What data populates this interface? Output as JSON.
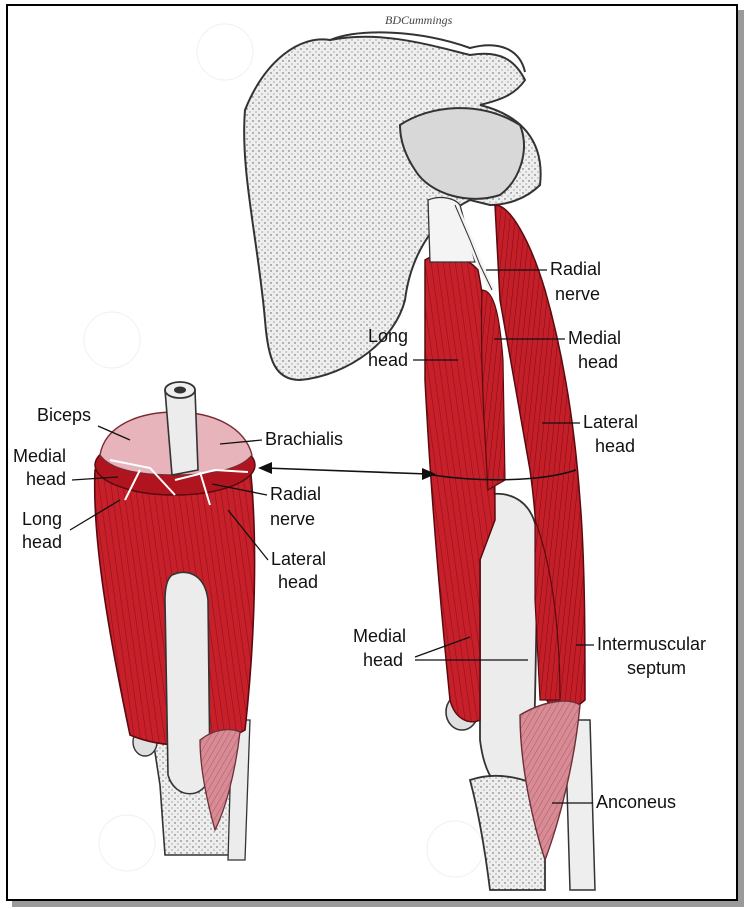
{
  "signature": "BDCummings",
  "labels": {
    "biceps": "Biceps",
    "brachialis": "Brachialis",
    "medial_head_left": [
      "Medial",
      "head"
    ],
    "long_head_left": [
      "Long",
      "head"
    ],
    "radial_nerve_left": [
      "Radial",
      "nerve"
    ],
    "lateral_head_left": [
      "Lateral",
      "head"
    ],
    "radial_nerve_right": [
      "Radial",
      "nerve"
    ],
    "long_head_right": [
      "Long",
      "head"
    ],
    "medial_head_right_top": [
      "Medial",
      "head"
    ],
    "lateral_head_right": [
      "Lateral",
      "head"
    ],
    "medial_head_right_bottom": [
      "Medial",
      "head"
    ],
    "intermuscular_septum": [
      "Intermuscular",
      "septum"
    ],
    "anconeus": "Anconeus"
  },
  "colors": {
    "muscle": "#c8202a",
    "muscle_dark": "#8f1018",
    "bone": "#e8e8e8",
    "tendon": "#f4f4f4",
    "biceps_section": "#e8b4bc",
    "anconeus": "#d98b95",
    "frame_border": "#000000",
    "shadow": "#9a9a9a"
  }
}
